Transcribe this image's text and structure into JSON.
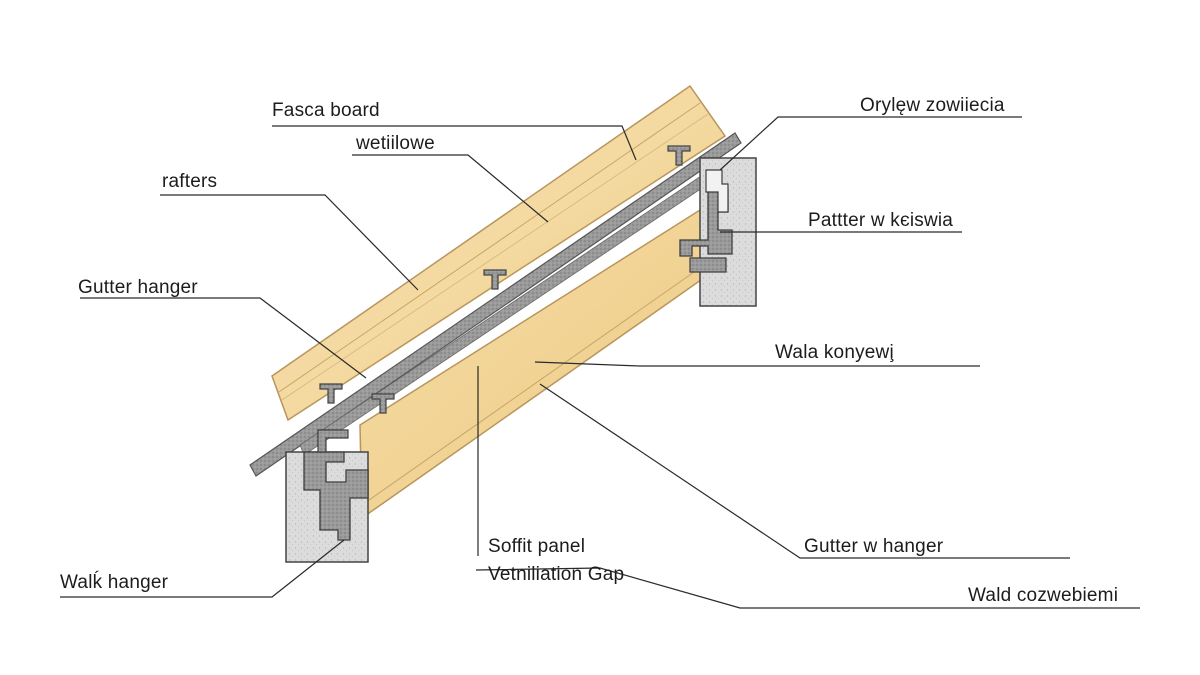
{
  "diagram": {
    "labels": {
      "fascia_board": "Fasca board",
      "wetiilowe": "wetiilowe",
      "rafters": "rafters",
      "gutter_hanger_left": "Gutter hanger",
      "walk_hanger": "Walḱ hanger",
      "orylew": "Orylęw zowiiecia",
      "pattter": "Pattter w kєiswia",
      "wala_konyewi": "Wala konyewi̧",
      "soffit_panel": "Soffit panel",
      "ventilation_gap": "Vetniliation Gap",
      "gutter_w_hanger": "Gutter w hanger",
      "wald_cozwebiemi": "Wald cozwebiemi"
    },
    "colors": {
      "wood_light": "#f7dfa8",
      "wood_mid": "#f0cf8c",
      "wood_edge": "#c9a468",
      "metal": "#8f8f8f",
      "metal_dark": "#5a5a5a",
      "bracket": "#d8d8d8",
      "leader": "#2a2a2a"
    }
  }
}
